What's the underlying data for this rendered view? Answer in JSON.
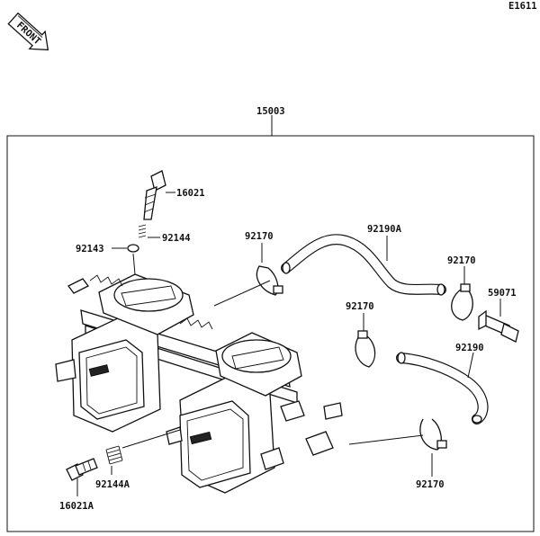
{
  "diagram_code": "E1611",
  "front_label": "FRONT",
  "assembly_number": "15003",
  "callouts": [
    {
      "id": "c16021",
      "text": "16021"
    },
    {
      "id": "c92144",
      "text": "92144"
    },
    {
      "id": "c92143",
      "text": "92143"
    },
    {
      "id": "c92170a",
      "text": "92170"
    },
    {
      "id": "c92190A",
      "text": "92190A"
    },
    {
      "id": "c92170b",
      "text": "92170"
    },
    {
      "id": "c59071",
      "text": "59071"
    },
    {
      "id": "c92170c",
      "text": "92170"
    },
    {
      "id": "c92190",
      "text": "92190"
    },
    {
      "id": "c92170d",
      "text": "92170"
    },
    {
      "id": "c92144A",
      "text": "92144A"
    },
    {
      "id": "c16021A",
      "text": "16021A"
    }
  ]
}
